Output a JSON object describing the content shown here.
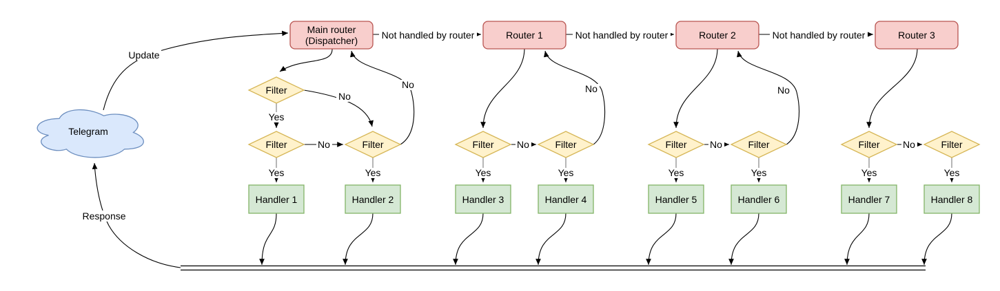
{
  "colors": {
    "background": "#ffffff",
    "line": "#000000",
    "stub_line": "#8f8f8f",
    "text": "#000000",
    "router_fill": "#f8cecc",
    "router_stroke": "#b85450",
    "filter_fill": "#fff2cc",
    "filter_stroke": "#d6b656",
    "handler_fill": "#d5e8d4",
    "handler_stroke": "#82b366",
    "cloud_fill": "#dae8fc",
    "cloud_stroke": "#6c8ebf"
  },
  "cloud": {
    "label": "Telegram"
  },
  "routers": {
    "main": {
      "line1": "Main router",
      "line2": "(Dispatcher)"
    },
    "router1": {
      "label": "Router 1"
    },
    "router2": {
      "label": "Router 2"
    },
    "router3": {
      "label": "Router 3"
    }
  },
  "labels": {
    "update": "Update",
    "response": "Response",
    "not_handled": "Not handled by router",
    "yes": "Yes",
    "no": "No",
    "filter": "Filter"
  },
  "handlers": [
    {
      "label": "Handler 1"
    },
    {
      "label": "Handler 2"
    },
    {
      "label": "Handler 3"
    },
    {
      "label": "Handler 4"
    },
    {
      "label": "Handler 5"
    },
    {
      "label": "Handler 6"
    },
    {
      "label": "Handler 7"
    },
    {
      "label": "Handler 8"
    }
  ]
}
